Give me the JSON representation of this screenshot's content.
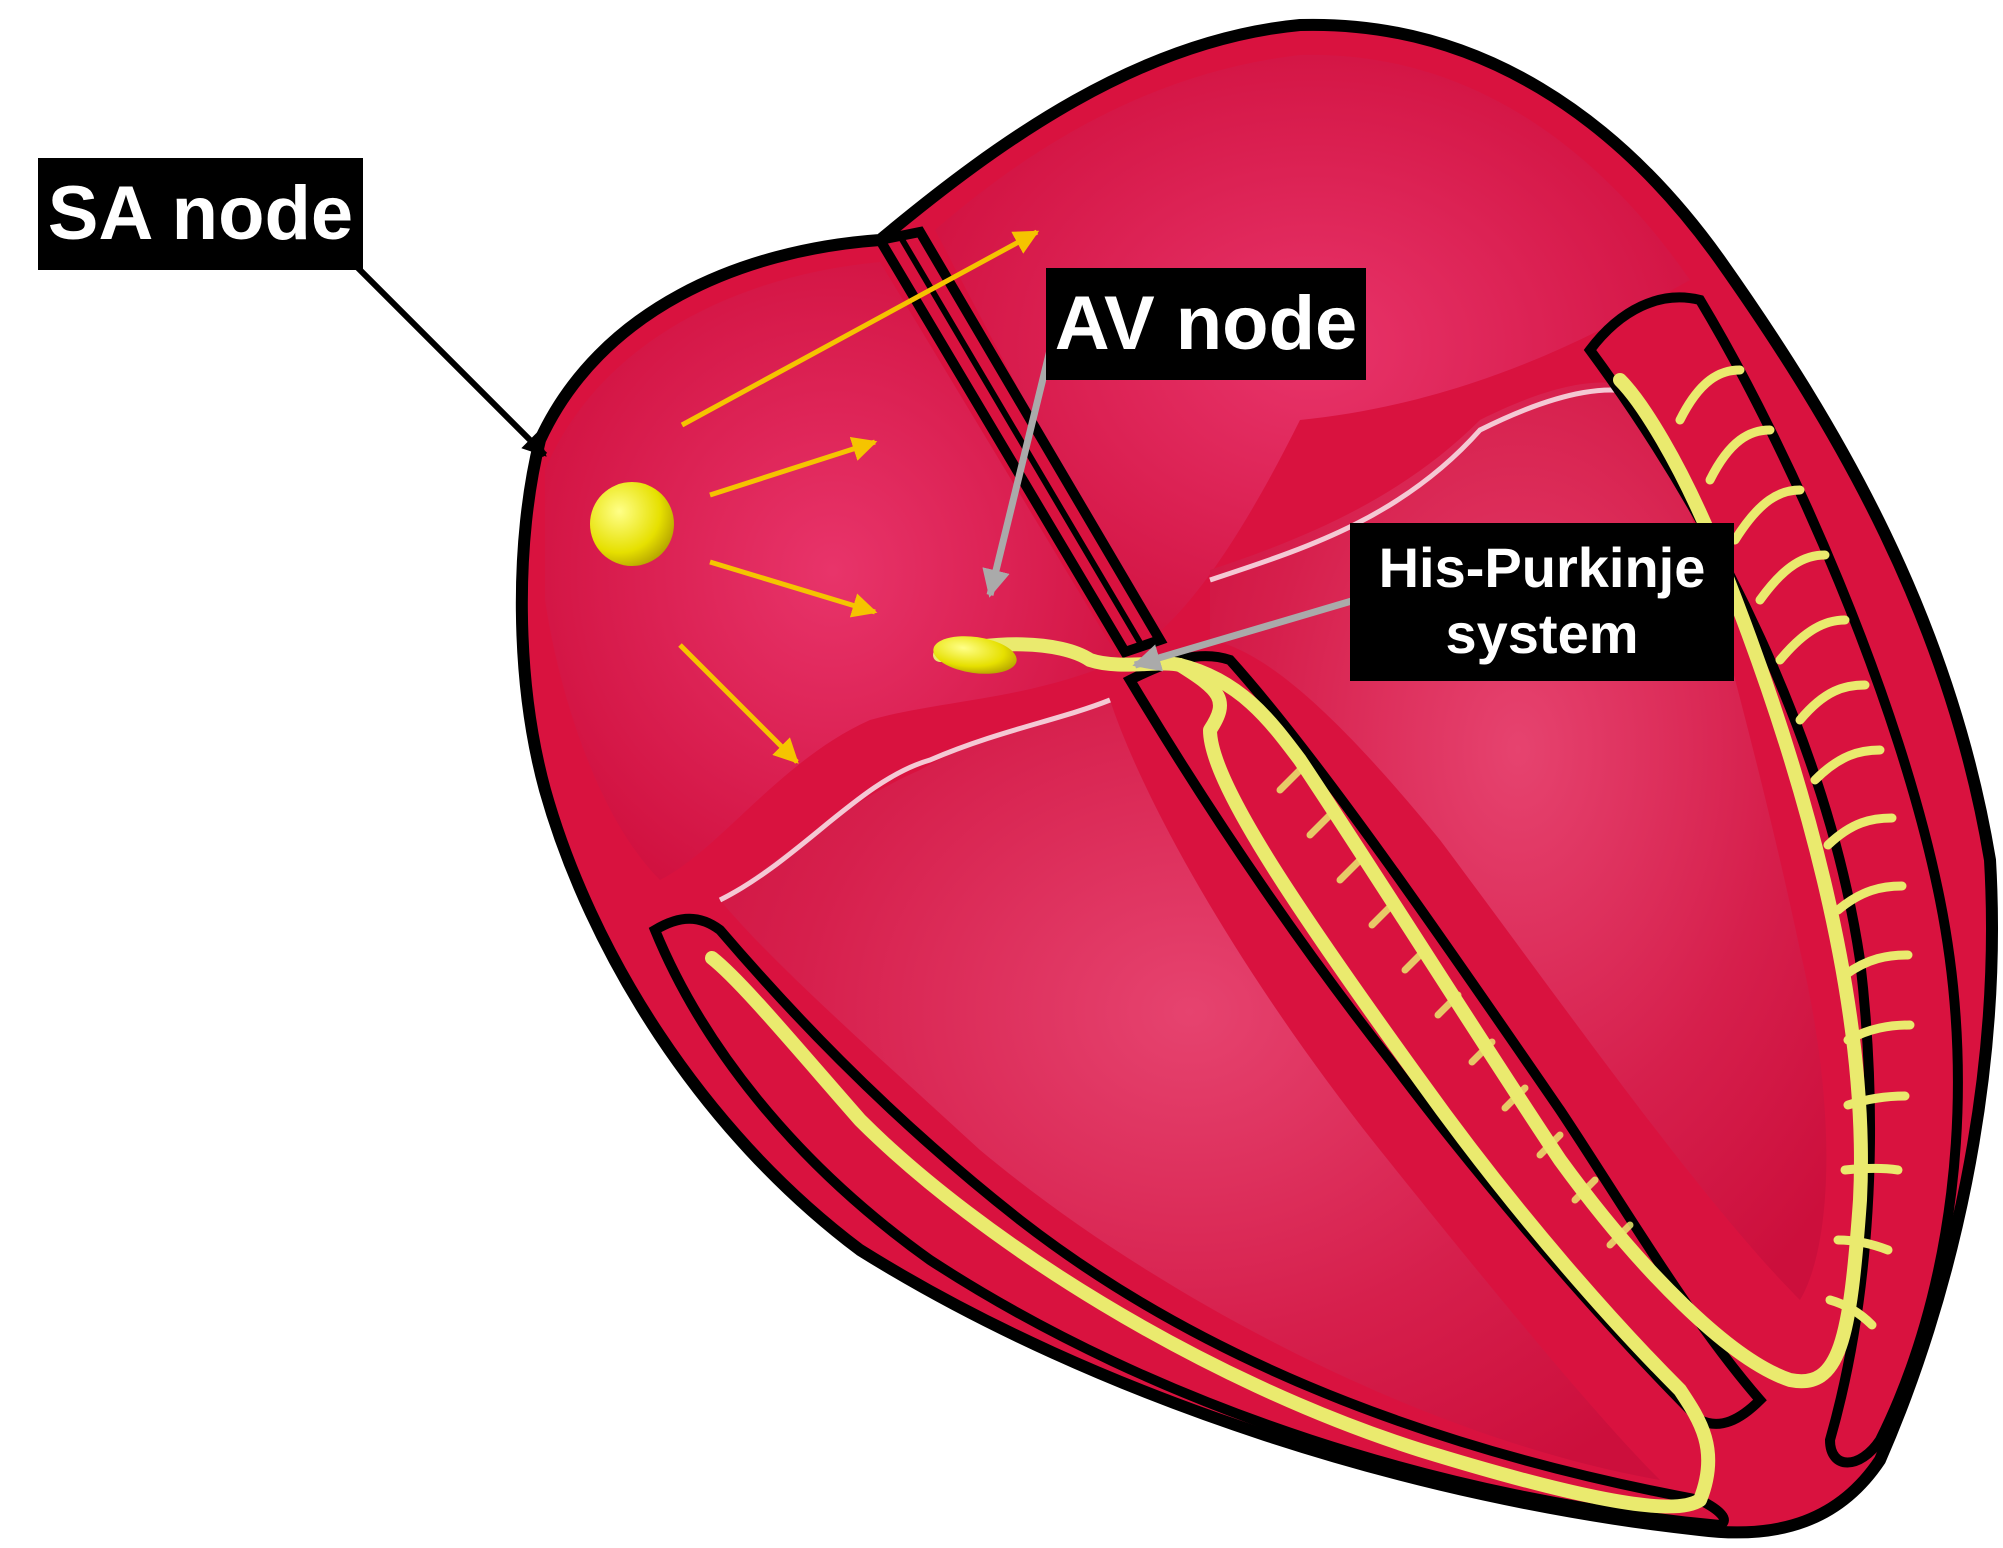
{
  "labels": {
    "sa_node": "SA node",
    "av_node": "AV node",
    "his_purkinje_line1": "His-Purkinje",
    "his_purkinje_line2": "system"
  },
  "colors": {
    "myocardium": "#d9123f",
    "chamber": "#d22352",
    "conduction": "#eaea6e",
    "impulse_arrow": "#f5c400",
    "pointer_black": "#000000",
    "pointer_gray": "#aaaaaa",
    "label_bg": "#000000",
    "label_text": "#ffffff"
  }
}
